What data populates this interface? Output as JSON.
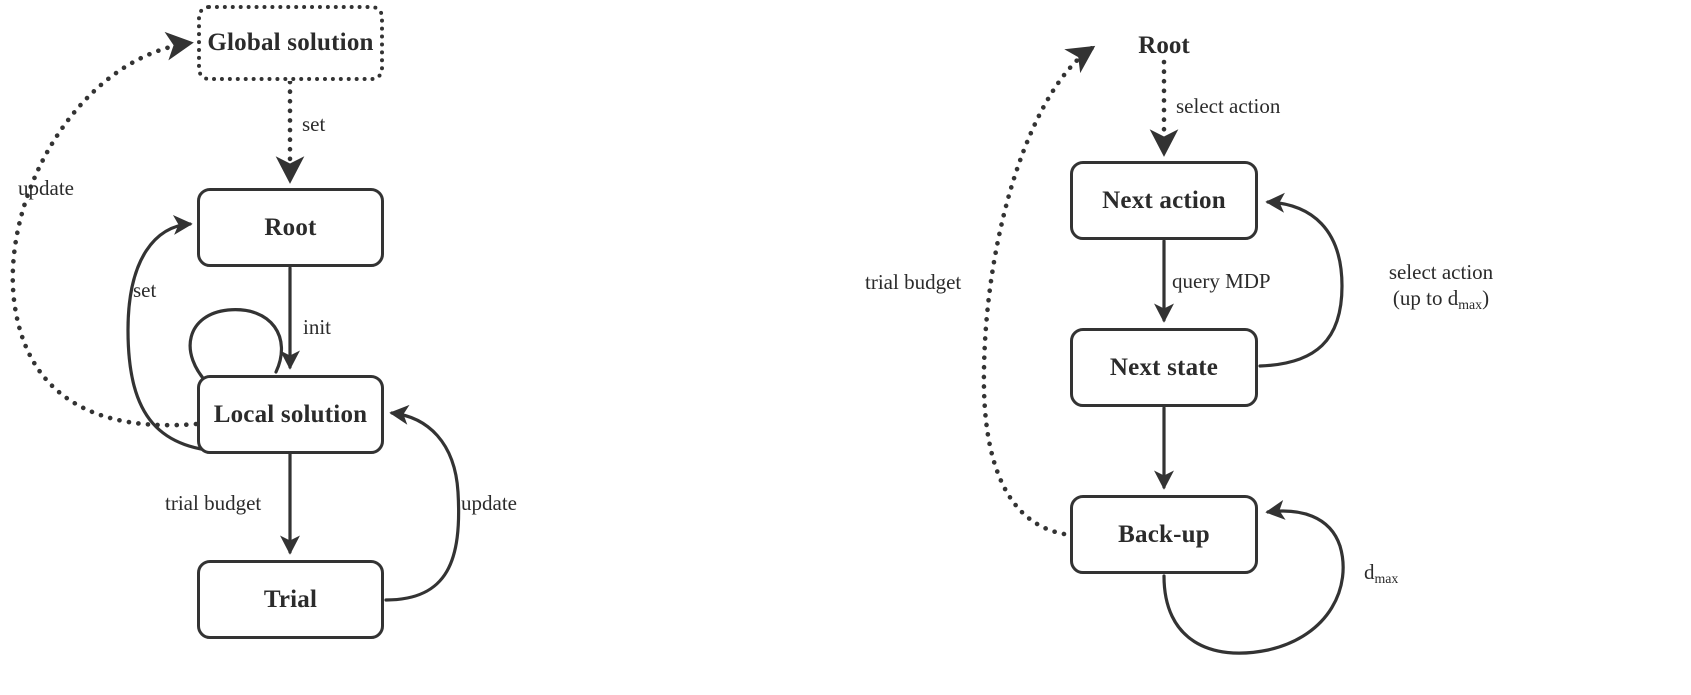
{
  "meta": {
    "figure_type": "flow-diagram",
    "panels": 2,
    "stroke_color": "#333333",
    "text_color": "#2b2b2b",
    "background": "#ffffff"
  },
  "left_panel": {
    "name": "hierarchical-planner-loop",
    "nodes": [
      {
        "id": "global-solution",
        "label": "Global solution",
        "style": "dotted-box"
      },
      {
        "id": "root",
        "label": "Root",
        "style": "solid-box"
      },
      {
        "id": "local-solution",
        "label": "Local solution",
        "style": "solid-box"
      },
      {
        "id": "trial",
        "label": "Trial",
        "style": "solid-box"
      }
    ],
    "edges": [
      {
        "id": "global-to-root",
        "from": "global-solution",
        "to": "root",
        "label": "set",
        "style": "dotted"
      },
      {
        "id": "root-to-local",
        "from": "root",
        "to": "local-solution",
        "label": "init",
        "style": "solid"
      },
      {
        "id": "local-to-trial",
        "from": "local-solution",
        "to": "trial",
        "label": "trial budget",
        "style": "solid"
      },
      {
        "id": "trial-to-local",
        "from": "trial",
        "to": "local-solution",
        "label": "update",
        "style": "solid"
      },
      {
        "id": "local-to-root",
        "from": "local-solution",
        "to": "root",
        "label": "set",
        "style": "solid"
      },
      {
        "id": "local-self-loop",
        "from": "local-solution",
        "to": "local-solution",
        "label": "",
        "style": "solid"
      },
      {
        "id": "local-to-global",
        "from": "local-solution",
        "to": "global-solution",
        "label": "update",
        "style": "dotted"
      }
    ]
  },
  "right_panel": {
    "name": "trial-rollout-loop",
    "nodes": [
      {
        "id": "root",
        "label": "Root",
        "style": "plain-text"
      },
      {
        "id": "next-action",
        "label": "Next action",
        "style": "solid-box"
      },
      {
        "id": "next-state",
        "label": "Next state",
        "style": "solid-box"
      },
      {
        "id": "back-up",
        "label": "Back-up",
        "style": "solid-box"
      }
    ],
    "edges": [
      {
        "id": "root-to-next-action",
        "from": "root",
        "to": "next-action",
        "label": "select action",
        "style": "dotted"
      },
      {
        "id": "next-action-to-next-state",
        "from": "next-action",
        "to": "next-state",
        "label": "query MDP",
        "style": "solid"
      },
      {
        "id": "next-state-to-back-up",
        "from": "next-state",
        "to": "back-up",
        "label": "",
        "style": "solid"
      },
      {
        "id": "next-state-to-next-action",
        "from": "next-state",
        "to": "next-action",
        "label_line1": "select action",
        "label_line2_prefix": "(up to d",
        "label_line2_sub": "max",
        "label_line2_suffix": ")",
        "style": "solid"
      },
      {
        "id": "back-up-self-loop",
        "from": "back-up",
        "to": "back-up",
        "label_base": "d",
        "label_sub": "max",
        "style": "solid"
      },
      {
        "id": "back-up-to-root",
        "from": "back-up",
        "to": "root",
        "label": "trial budget",
        "style": "dotted"
      }
    ]
  }
}
